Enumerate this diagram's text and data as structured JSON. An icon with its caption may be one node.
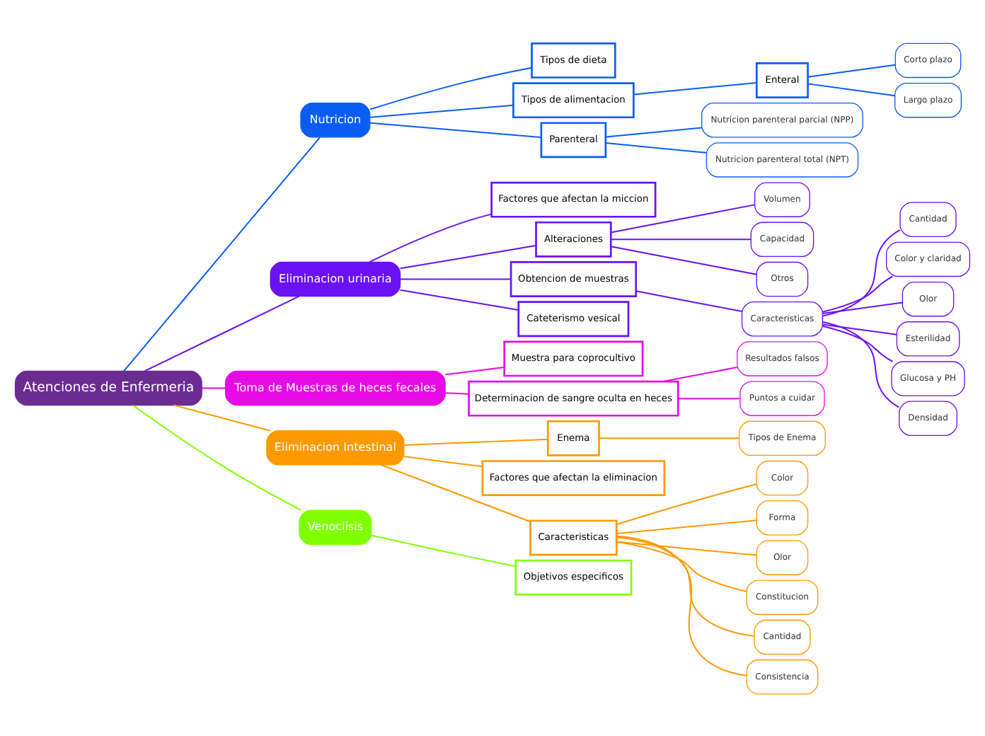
{
  "diagram": {
    "nodes": [
      {
        "text": [
          "Atenciones de Enfermeria"
        ]
      },
      {
        "text": [
          "Nutricion"
        ]
      },
      {
        "text": [
          "Tipos de dieta"
        ]
      },
      {
        "text": [
          "Tipos de alimentacion"
        ]
      },
      {
        "text": [
          "Enteral"
        ]
      },
      {
        "text": [
          "Corto plazo"
        ]
      },
      {
        "text": [
          "Largo plazo"
        ]
      },
      {
        "text": [
          "Parenteral"
        ]
      },
      {
        "text": [
          "Nutricion parenteral parcial (NPP)"
        ]
      },
      {
        "text": [
          "Nutricion parenteral total (NPT)"
        ]
      },
      {
        "text": [
          "Eliminacion urinaria"
        ]
      },
      {
        "text": [
          "Factores que afectan la miccion"
        ]
      },
      {
        "text": [
          "Alteraciones"
        ]
      },
      {
        "text": [
          "Volumen"
        ]
      },
      {
        "text": [
          "Capacidad"
        ]
      },
      {
        "text": [
          "Otros"
        ]
      },
      {
        "text": [
          "Obtencion de muestras"
        ]
      },
      {
        "text": [
          "Caracteristicas"
        ]
      },
      {
        "text": [
          "Cantidad"
        ]
      },
      {
        "text": [
          "Color y claridad"
        ]
      },
      {
        "text": [
          "Olor"
        ]
      },
      {
        "text": [
          "Esterilidad"
        ]
      },
      {
        "text": [
          "Glucosa y PH"
        ]
      },
      {
        "text": [
          "Densidad"
        ]
      },
      {
        "text": [
          "Cateterismo vesical"
        ]
      },
      {
        "text": [
          "Toma de Muestras de heces fecales"
        ]
      },
      {
        "text": [
          "Muestra para coprocultivo"
        ]
      },
      {
        "text": [
          "Determinacion de sangre oculta en heces"
        ]
      },
      {
        "text": [
          "Resultados falsos"
        ]
      },
      {
        "text": [
          "Puntos a cuidar"
        ]
      },
      {
        "text": [
          "Eliminacion Intestinal"
        ]
      },
      {
        "text": [
          "Enema"
        ]
      },
      {
        "text": [
          "Tipos de Enema"
        ]
      },
      {
        "text": [
          "Factores que afectan la eliminacion"
        ]
      },
      {
        "text": [
          "Caracteristicas"
        ]
      },
      {
        "text": [
          "Color"
        ]
      },
      {
        "text": [
          "Forma"
        ]
      },
      {
        "text": [
          "Olor"
        ]
      },
      {
        "text": [
          "Constitucion"
        ]
      },
      {
        "text": [
          "Cantidad"
        ]
      },
      {
        "text": [
          "Consistencia"
        ]
      },
      {
        "text": [
          "Venoclisis"
        ]
      },
      {
        "text": [
          "Objetivos especificos"
        ]
      }
    ],
    "edges": [
      {
        "from": 0,
        "to": 1,
        "arrow": "none",
        "color": "#0a5cf5"
      },
      {
        "from": 1,
        "to": 2,
        "arrow": "none",
        "color": "#0a5cf5"
      },
      {
        "from": 1,
        "to": 3,
        "arrow": "none",
        "color": "#0a5cf5"
      },
      {
        "from": 3,
        "to": 4,
        "arrow": "none",
        "color": "#0a5cf5"
      },
      {
        "from": 4,
        "to": 5,
        "arrow": "none",
        "color": "#0a5cf5"
      },
      {
        "from": 4,
        "to": 6,
        "arrow": "none",
        "color": "#0a5cf5"
      },
      {
        "from": 1,
        "to": 7,
        "arrow": "none",
        "color": "#0a5cf5"
      },
      {
        "from": 7,
        "to": 8,
        "arrow": "none",
        "color": "#0a5cf5"
      },
      {
        "from": 7,
        "to": 9,
        "arrow": "none",
        "color": "#0a5cf5"
      },
      {
        "from": 0,
        "to": 10,
        "arrow": "none"
      },
      {
        "from": 10,
        "to": 11,
        "arrow": "none"
      },
      {
        "from": 10,
        "to": 12,
        "arrow": "none"
      },
      {
        "from": 12,
        "to": 13,
        "arrow": "none"
      },
      {
        "from": 12,
        "to": 14,
        "arrow": "none"
      },
      {
        "from": 12,
        "to": 15,
        "arrow": "none"
      },
      {
        "from": 10,
        "to": 16,
        "arrow": "none"
      },
      {
        "from": 16,
        "to": 17,
        "arrow": "none"
      },
      {
        "from": 17,
        "to": 18,
        "arrow": "none"
      },
      {
        "from": 17,
        "to": 19,
        "arrow": "none"
      },
      {
        "from": 17,
        "to": 20,
        "arrow": "none"
      },
      {
        "from": 17,
        "to": 21,
        "arrow": "none"
      },
      {
        "from": 17,
        "to": 22,
        "arrow": "none"
      },
      {
        "from": 17,
        "to": 23,
        "arrow": "none"
      },
      {
        "from": 10,
        "to": 24,
        "arrow": "none"
      },
      {
        "from": 0,
        "to": 25,
        "arrow": "none",
        "color": "#e60ae6"
      },
      {
        "from": 25,
        "to": 26,
        "arrow": "none",
        "color": "#e60ae6"
      },
      {
        "from": 25,
        "to": 27,
        "arrow": "none",
        "color": "#e60ae6"
      },
      {
        "from": 27,
        "to": 28,
        "arrow": "none",
        "color": "#e60ae6"
      },
      {
        "from": 27,
        "to": 29,
        "arrow": "none",
        "color": "#e60ae6"
      },
      {
        "from": 0,
        "to": 30,
        "arrow": "none",
        "color": "#ff9900"
      },
      {
        "from": 30,
        "to": 31,
        "arrow": "none",
        "color": "#ff9900"
      },
      {
        "from": 31,
        "to": 32,
        "arrow": "none",
        "color": "#ff9900"
      },
      {
        "from": 30,
        "to": 33,
        "arrow": "none",
        "color": "#ff9900"
      },
      {
        "from": 30,
        "to": 34,
        "arrow": "none",
        "color": "#ff9900"
      },
      {
        "from": 34,
        "to": 35,
        "arrow": "none",
        "color": "#ff9900"
      },
      {
        "from": 34,
        "to": 36,
        "arrow": "none",
        "color": "#ff9900"
      },
      {
        "from": 34,
        "to": 37,
        "arrow": "none",
        "color": "#ff9900"
      },
      {
        "from": 34,
        "to": 38,
        "arrow": "none",
        "color": "#ff9900"
      },
      {
        "from": 34,
        "to": 39,
        "arrow": "none",
        "color": "#ff9900"
      },
      {
        "from": 34,
        "to": 40,
        "arrow": "none",
        "color": "#ff9900"
      },
      {
        "from": 0,
        "to": 41,
        "arrow": "none",
        "color": "#80ff00"
      },
      {
        "from": 41,
        "to": 42,
        "arrow": "none",
        "color": "#80ff00"
      }
    ]
  }
}
